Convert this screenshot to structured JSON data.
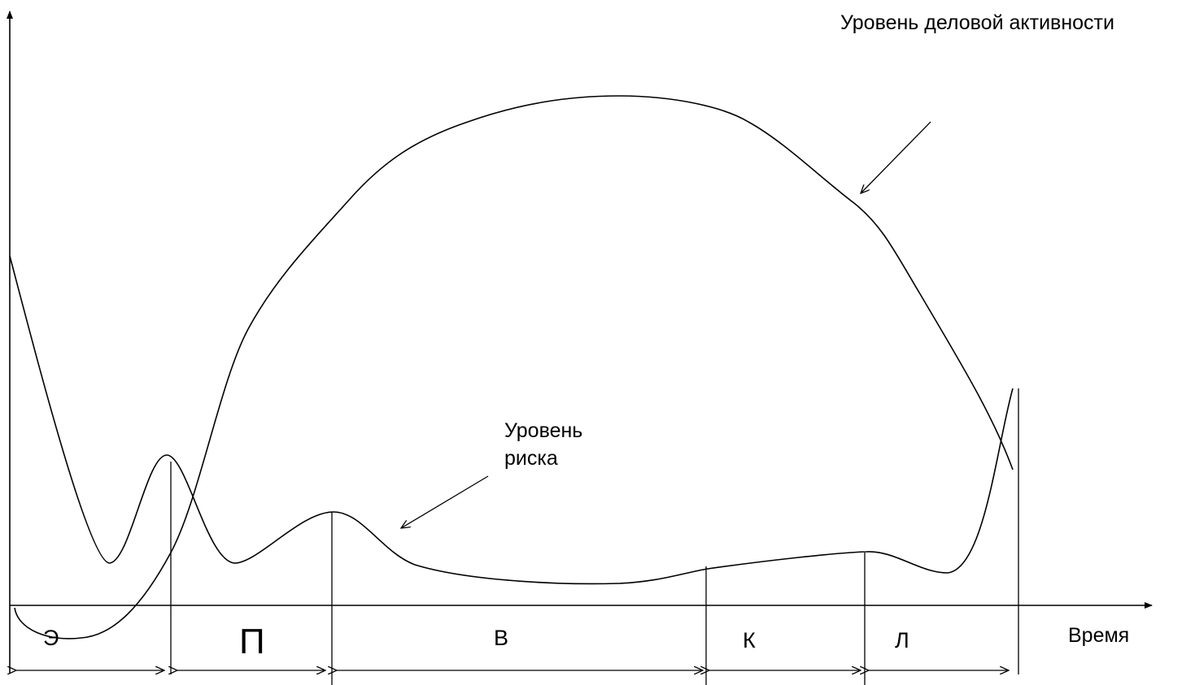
{
  "labels": {
    "business_activity": "Уровень деловой активности",
    "risk_level": "Уровень\nриска",
    "time_axis": "Время"
  },
  "stages": [
    {
      "key": "e",
      "label": "Э"
    },
    {
      "key": "p",
      "label": "П"
    },
    {
      "key": "v",
      "label": "В"
    },
    {
      "key": "k",
      "label": "К"
    },
    {
      "key": "l",
      "label": "Л"
    }
  ],
  "colors": {
    "stroke": "#000000",
    "background": "#ffffff"
  }
}
